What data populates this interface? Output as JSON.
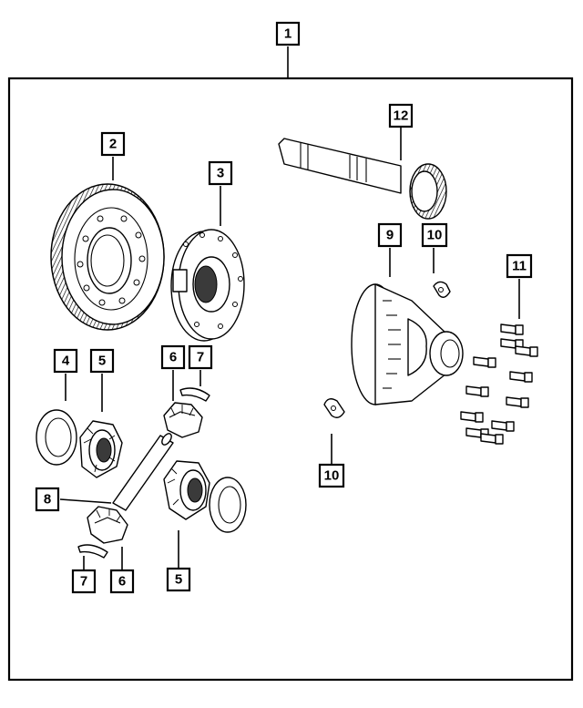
{
  "callouts": {
    "c1": "1",
    "c2": "2",
    "c3": "3",
    "c4": "4",
    "c5a": "5",
    "c5b": "5",
    "c6a": "6",
    "c6b": "6",
    "c7a": "7",
    "c7b": "7",
    "c8": "8",
    "c9": "9",
    "c10a": "10",
    "c10b": "10",
    "c11": "11",
    "c12": "12"
  },
  "parts": [
    "ring-gear",
    "carrier-flange",
    "thrust-washer",
    "side-gear",
    "pinion-gear",
    "pinion-washer",
    "pinion-shaft",
    "differential-case",
    "lock-clip",
    "ring-gear-bolts",
    "output-shaft"
  ]
}
